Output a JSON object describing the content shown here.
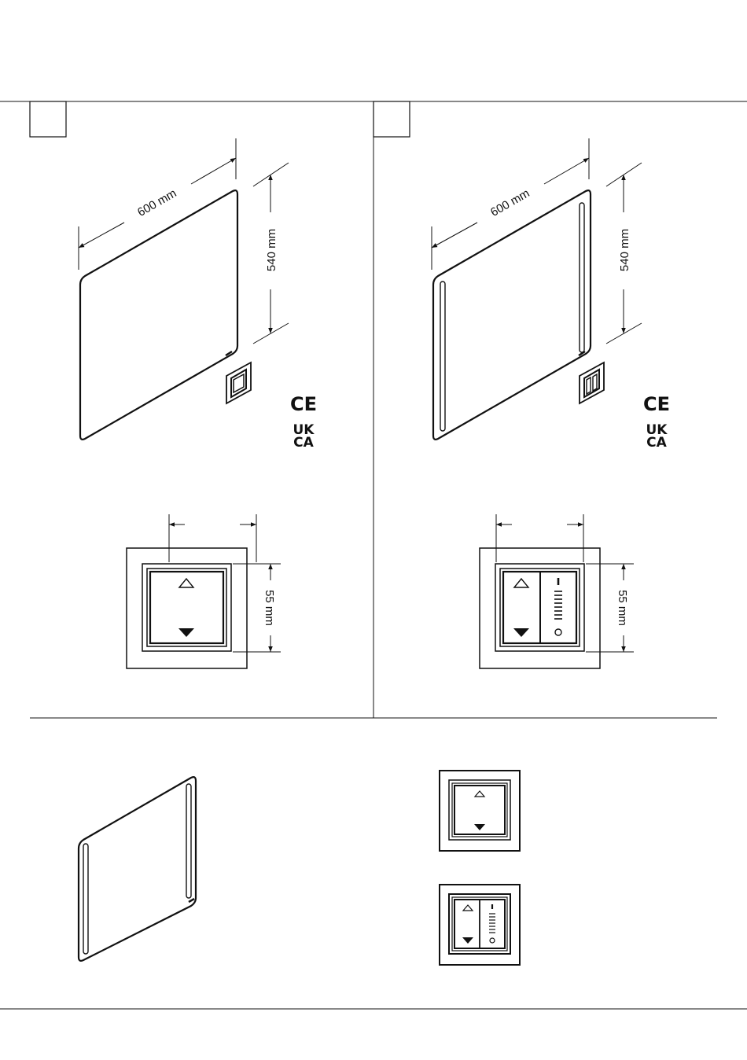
{
  "panels": [
    {
      "id": "panel-1",
      "label_box": "",
      "mirror": {
        "width_label": "600 mm",
        "height_label": "540 mm",
        "light_strips": false
      },
      "switch": {
        "height_label": "55 mm",
        "type": "up-down"
      },
      "marks": {
        "ce": "CE",
        "ukca_line1": "UK",
        "ukca_line2": "CA"
      }
    },
    {
      "id": "panel-2",
      "label_box": "",
      "mirror": {
        "width_label": "600 mm",
        "height_label": "540 mm",
        "light_strips": true
      },
      "switch": {
        "height_label": "55 mm",
        "type": "up-down-dimmer"
      },
      "marks": {
        "ce": "CE",
        "ukca_line1": "UK",
        "ukca_line2": "CA"
      }
    }
  ],
  "colors": {
    "line": "#111111",
    "background": "#ffffff"
  }
}
